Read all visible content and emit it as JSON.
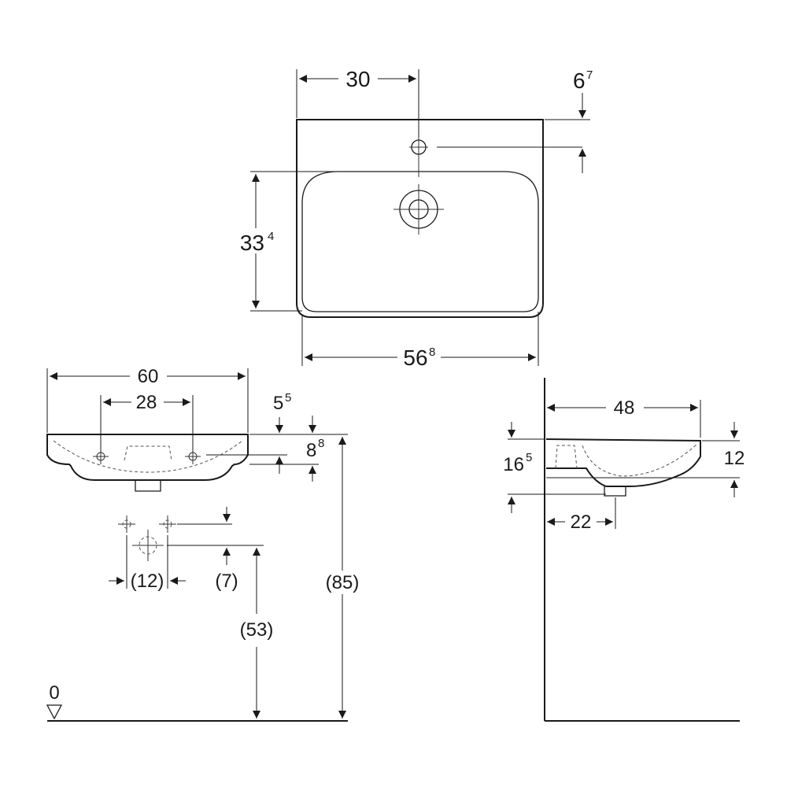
{
  "top_view": {
    "dim_tap_offset": "30",
    "dim_tap_hole_base": "6",
    "dim_tap_hole_sup": "7",
    "dim_bowl_depth_base": "33",
    "dim_bowl_depth_sup": "4",
    "dim_bowl_width_base": "56",
    "dim_bowl_width_sup": "8"
  },
  "front_view": {
    "dim_overall_width": "60",
    "dim_hole_spacing": "28",
    "dim_rim_base": "5",
    "dim_rim_sup": "5",
    "dim_overflow_base": "8",
    "dim_overflow_sup": "8",
    "dim_valve_spacing": "(12)",
    "dim_valve_offset": "(7)",
    "dim_supply_height": "(53)",
    "dim_rim_height": "(85)",
    "floor_label": "0"
  },
  "side_view": {
    "dim_projection": "48",
    "dim_height_base": "16",
    "dim_height_sup": "5",
    "dim_bowl_height": "12",
    "dim_waste_offset": "22"
  }
}
